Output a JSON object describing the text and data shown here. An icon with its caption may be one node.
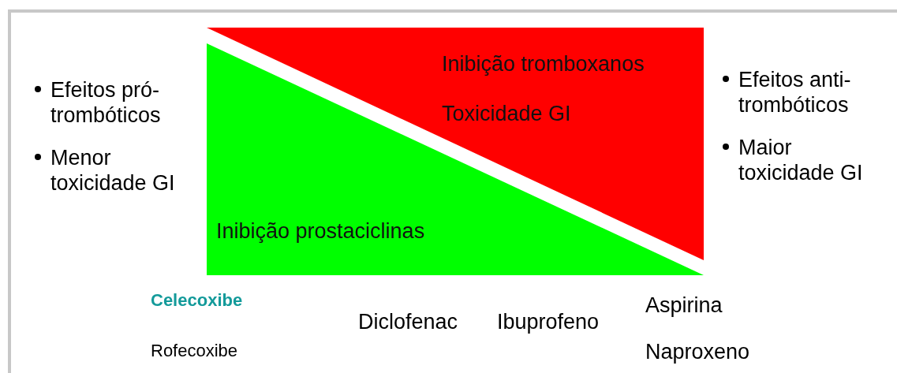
{
  "diagram": {
    "nodes": [
      {
        "text": [
          "Inibição tromboxanos",
          "Toxicidade GI"
        ]
      },
      {
        "text": [
          "Inibição prostaciclinas"
        ]
      }
    ],
    "labels": [
      "Efeitos pró-trombóticos",
      "Menor toxicidade GI",
      "Efeitos anti-trombóticos",
      "Maior toxicidade GI",
      "Celecoxibe",
      "Rofecoxibe",
      "Diclofenac",
      "Ibuprofeno",
      "Aspirina",
      "Naproxeno"
    ]
  }
}
